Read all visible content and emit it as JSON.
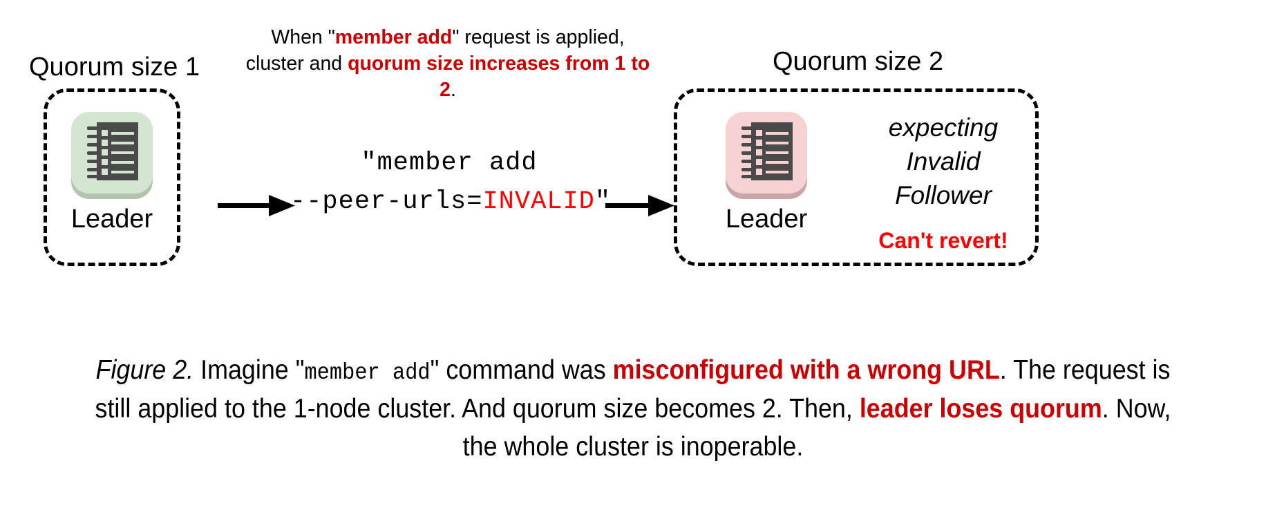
{
  "figure": {
    "left_cluster": {
      "title": "Quorum size 1",
      "node_label": "Leader",
      "icon": "server-ledger-icon",
      "icon_color": "#d4e6d1"
    },
    "right_cluster": {
      "title": "Quorum size 2",
      "node_label": "Leader",
      "icon": "server-ledger-icon",
      "icon_color": "#f7d2d2",
      "status_lines": [
        "expecting",
        "Invalid",
        "Follower"
      ],
      "warning": "Can't revert!",
      "warning_color": "#ff0000"
    },
    "annotation": {
      "seg1": "When \"",
      "seg2_red": "member add",
      "seg3": "\" request is applied, cluster and ",
      "seg4_red": "quorum size increases from 1 to 2",
      "seg5": ".",
      "accent_color": "#cc0000"
    },
    "command": {
      "line1": "\"member add",
      "line2_prefix": "--peer-urls=",
      "line2_value": "INVALID",
      "line2_suffix": "\"",
      "value_color": "#ff0000"
    },
    "arrows": {
      "arrow_1": "arrow-right-icon",
      "arrow_2": "arrow-right-icon"
    },
    "caption": {
      "label": "Figure 2.",
      "t1": " Imagine \"",
      "mono1": "member add",
      "t2": "\" command was ",
      "red1": "misconfigured with a wrong URL",
      "t3": ". The request is still applied to the 1-node cluster. And quorum size becomes 2. Then, ",
      "red2": "leader loses quorum",
      "t4": ". Now, the whole cluster is inoperable.",
      "accent_color": "#cc0000"
    }
  }
}
